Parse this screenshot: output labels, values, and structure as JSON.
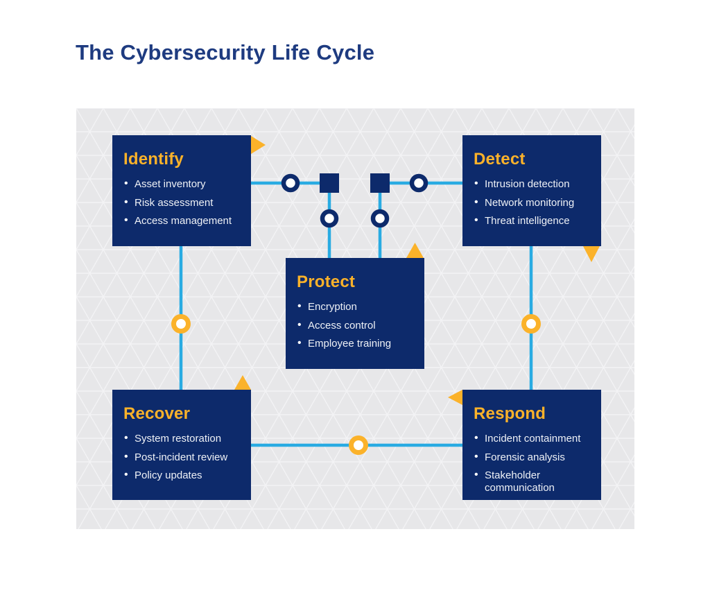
{
  "page_title": "The Cybersecurity Life Cycle",
  "colors": {
    "navy": "#0d2a6b",
    "title_navy": "#1e3b80",
    "yellow": "#fbb22a",
    "cyan": "#29abe2",
    "node_fill": "#ffffff",
    "panel_bg": "#e7e7e9",
    "pattern_line": "#f3f3f5"
  },
  "stages": {
    "identify": {
      "title": "Identify",
      "items": [
        "Asset inventory",
        "Risk assessment",
        "Access management"
      ]
    },
    "detect": {
      "title": "Detect",
      "items": [
        "Intrusion detection",
        "Network monitoring",
        "Threat intelligence"
      ]
    },
    "protect": {
      "title": "Protect",
      "items": [
        "Encryption",
        "Access control",
        "Employee training"
      ]
    },
    "recover": {
      "title": "Recover",
      "items": [
        "System restoration",
        "Post-incident review",
        "Policy updates"
      ]
    },
    "respond": {
      "title": "Respond",
      "items": [
        "Incident containment",
        "Forensic analysis",
        "Stakeholder communication"
      ]
    }
  }
}
